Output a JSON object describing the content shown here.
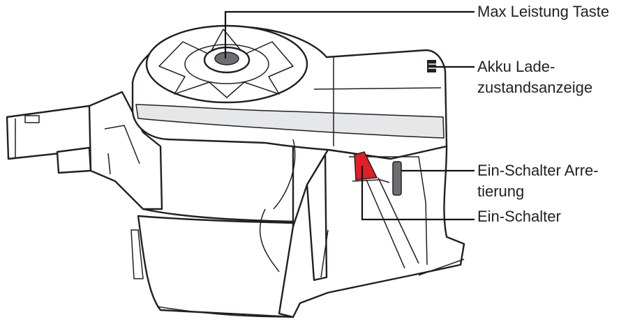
{
  "labels": {
    "max_power_button": "Max Leistung Taste",
    "battery_indicator_line1": "Akku Lade-",
    "battery_indicator_line2": "zustandsanzeige",
    "switch_lock_line1": "Ein-Schalter Arre-",
    "switch_lock_line2": "tierung",
    "power_switch": "Ein-Schalter"
  },
  "colors": {
    "trigger": "#e21e26",
    "lock_button": "#6d6e71",
    "grey_band": "#e6e7e8",
    "outline": "#231f20"
  }
}
